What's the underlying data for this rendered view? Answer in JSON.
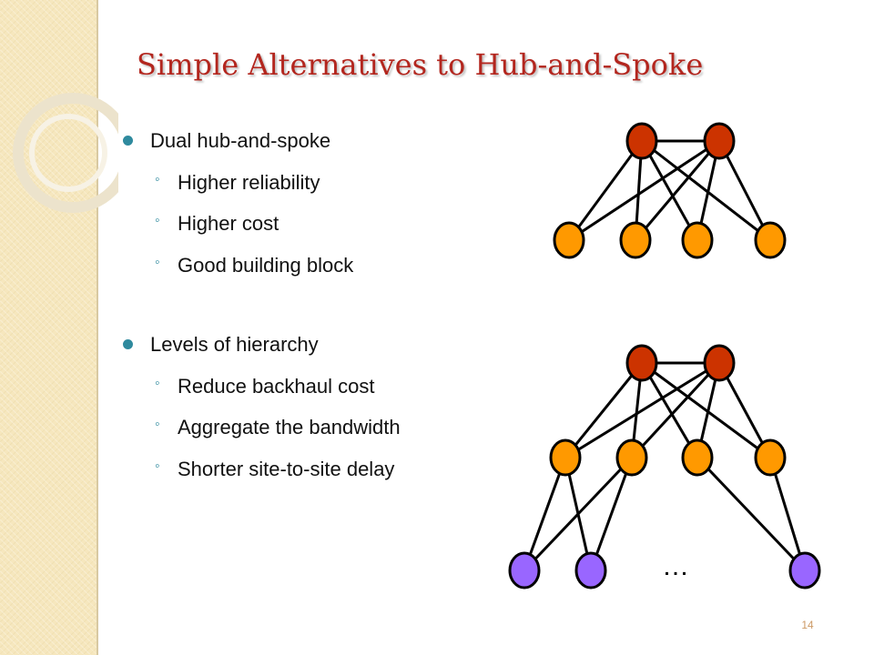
{
  "slide": {
    "title": "Simple Alternatives to Hub-and-Spoke",
    "page_number": "14"
  },
  "bullets": [
    {
      "text": "Dual hub-and-spoke",
      "sub": [
        "Higher reliability",
        "Higher cost",
        "Good building block"
      ]
    },
    {
      "text": "Levels of hierarchy",
      "sub": [
        "Reduce backhaul cost",
        "Aggregate the bandwidth",
        "Shorter site-to-site delay"
      ]
    }
  ],
  "diagrams": {
    "top": {
      "description_hubs": 2,
      "spokes": 4
    },
    "bottom": {
      "ellipsis": "…"
    }
  },
  "colors": {
    "title": "#b3261e",
    "bullet": "#2f8a9e",
    "hub": "#cc3300",
    "spoke": "#ff9900",
    "leaf": "#9966ff",
    "band": "#f6e7be"
  }
}
